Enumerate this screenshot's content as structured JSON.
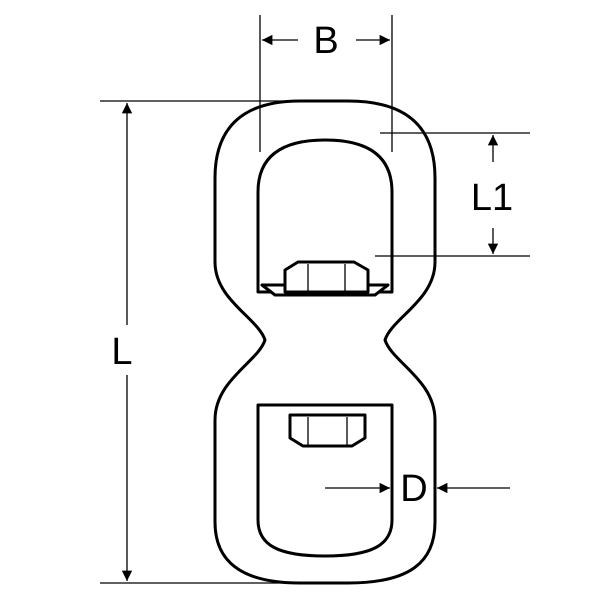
{
  "diagram": {
    "labels": {
      "width": "B",
      "length": "L",
      "eye_length": "L1",
      "diameter": "D"
    },
    "colors": {
      "line": "#000000",
      "background": "#ffffff"
    }
  }
}
